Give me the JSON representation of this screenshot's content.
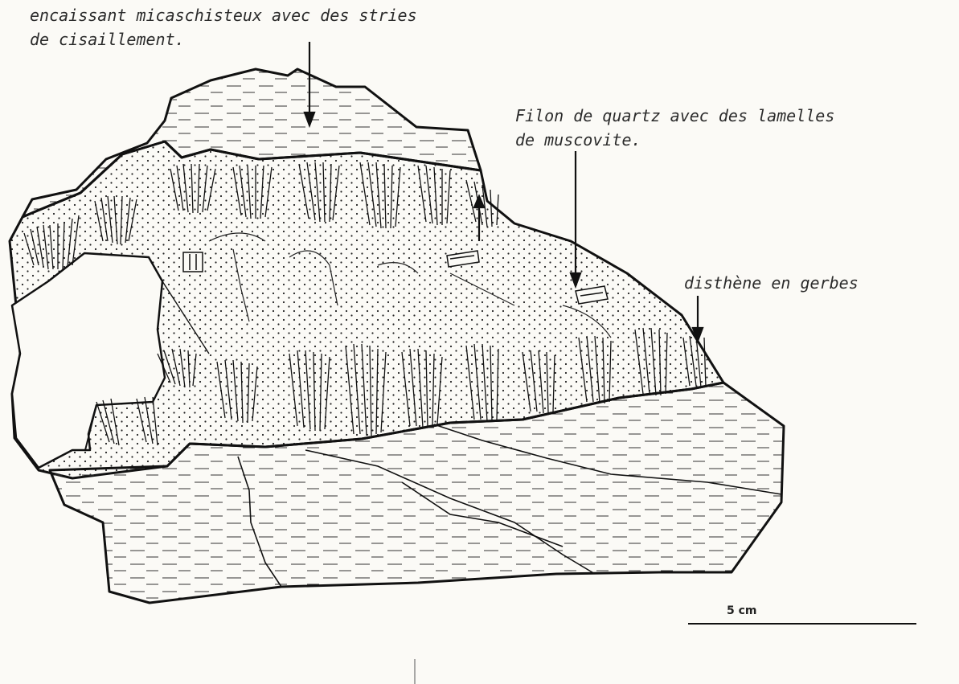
{
  "labels": {
    "encaissant": "encaissant micaschisteux avec des stries\nde cisaillement.",
    "filon": "Filon de quartz avec des lamelles\nde muscovite.",
    "disthene": "disthène en gerbes"
  },
  "scale_bar": {
    "label": "5 cm"
  },
  "colors": {
    "ink": "#1a1a1a",
    "paper": "#fbfaf6"
  }
}
